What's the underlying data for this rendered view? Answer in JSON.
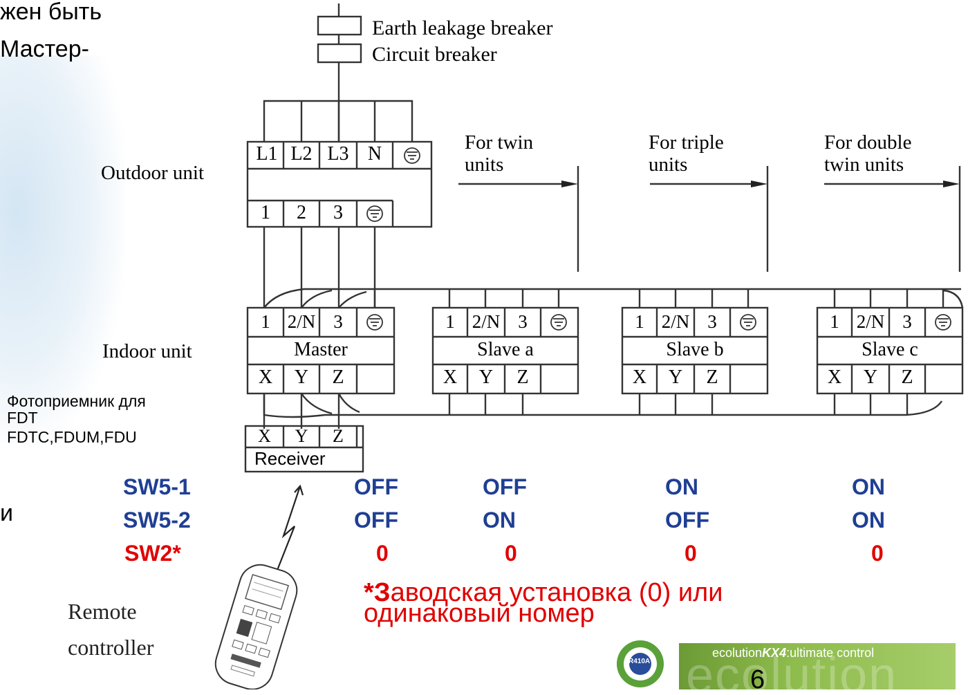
{
  "slide_text": {
    "top_line1": "жен быть",
    "top_line2": "Мастер-",
    "side_letter": "и"
  },
  "legend": {
    "earth_leakage_breaker": "Earth leakage breaker",
    "circuit_breaker": "Circuit breaker"
  },
  "outdoor_unit": {
    "label": "Outdoor unit",
    "power_terminals": [
      "L1",
      "L2",
      "L3",
      "N"
    ],
    "signal_terminals": [
      "1",
      "2",
      "3"
    ]
  },
  "branches": [
    {
      "line1": "For twin",
      "line2": "units"
    },
    {
      "line1": "For triple",
      "line2": "units"
    },
    {
      "line1": "For double",
      "line2": "twin units"
    }
  ],
  "indoor_unit": {
    "label": "Indoor unit",
    "terminals": [
      "1",
      "2/N",
      "3"
    ],
    "control_terminals": [
      "X",
      "Y",
      "Z"
    ],
    "units": [
      "Master",
      "Slave a",
      "Slave b",
      "Slave c"
    ]
  },
  "receiver": {
    "terminals": [
      "X",
      "Y",
      "Z"
    ],
    "label": "Receiver"
  },
  "receiver_note": {
    "line1": "Фотоприемник для",
    "line2": "FDT",
    "line3": "FDTC,FDUM,FDU"
  },
  "switch_table": {
    "rows": [
      {
        "name": "SW5-1",
        "values": [
          "OFF",
          "OFF",
          "ON",
          "ON"
        ]
      },
      {
        "name": "SW5-2",
        "values": [
          "OFF",
          "ON",
          "OFF",
          "ON"
        ]
      },
      {
        "name": "SW2*",
        "values": [
          "0",
          "0",
          "0",
          "0"
        ]
      }
    ]
  },
  "footnote": {
    "star": "*З",
    "line1_rest": "аводская установка (0) или",
    "line2": "одинаковый номер"
  },
  "remote": {
    "label_line1": "Remote",
    "label_line2": "controller"
  },
  "branding": {
    "badge": "R410A",
    "banner_brand": "ecolution",
    "banner_model": "KX4",
    "banner_tagline": ":ultimate control",
    "watermark": "ecolution",
    "page_number": "6"
  },
  "colors": {
    "switch_label": "#1f3f93",
    "accent_red": "#e00000",
    "banner_green": "#8dbb4c"
  }
}
